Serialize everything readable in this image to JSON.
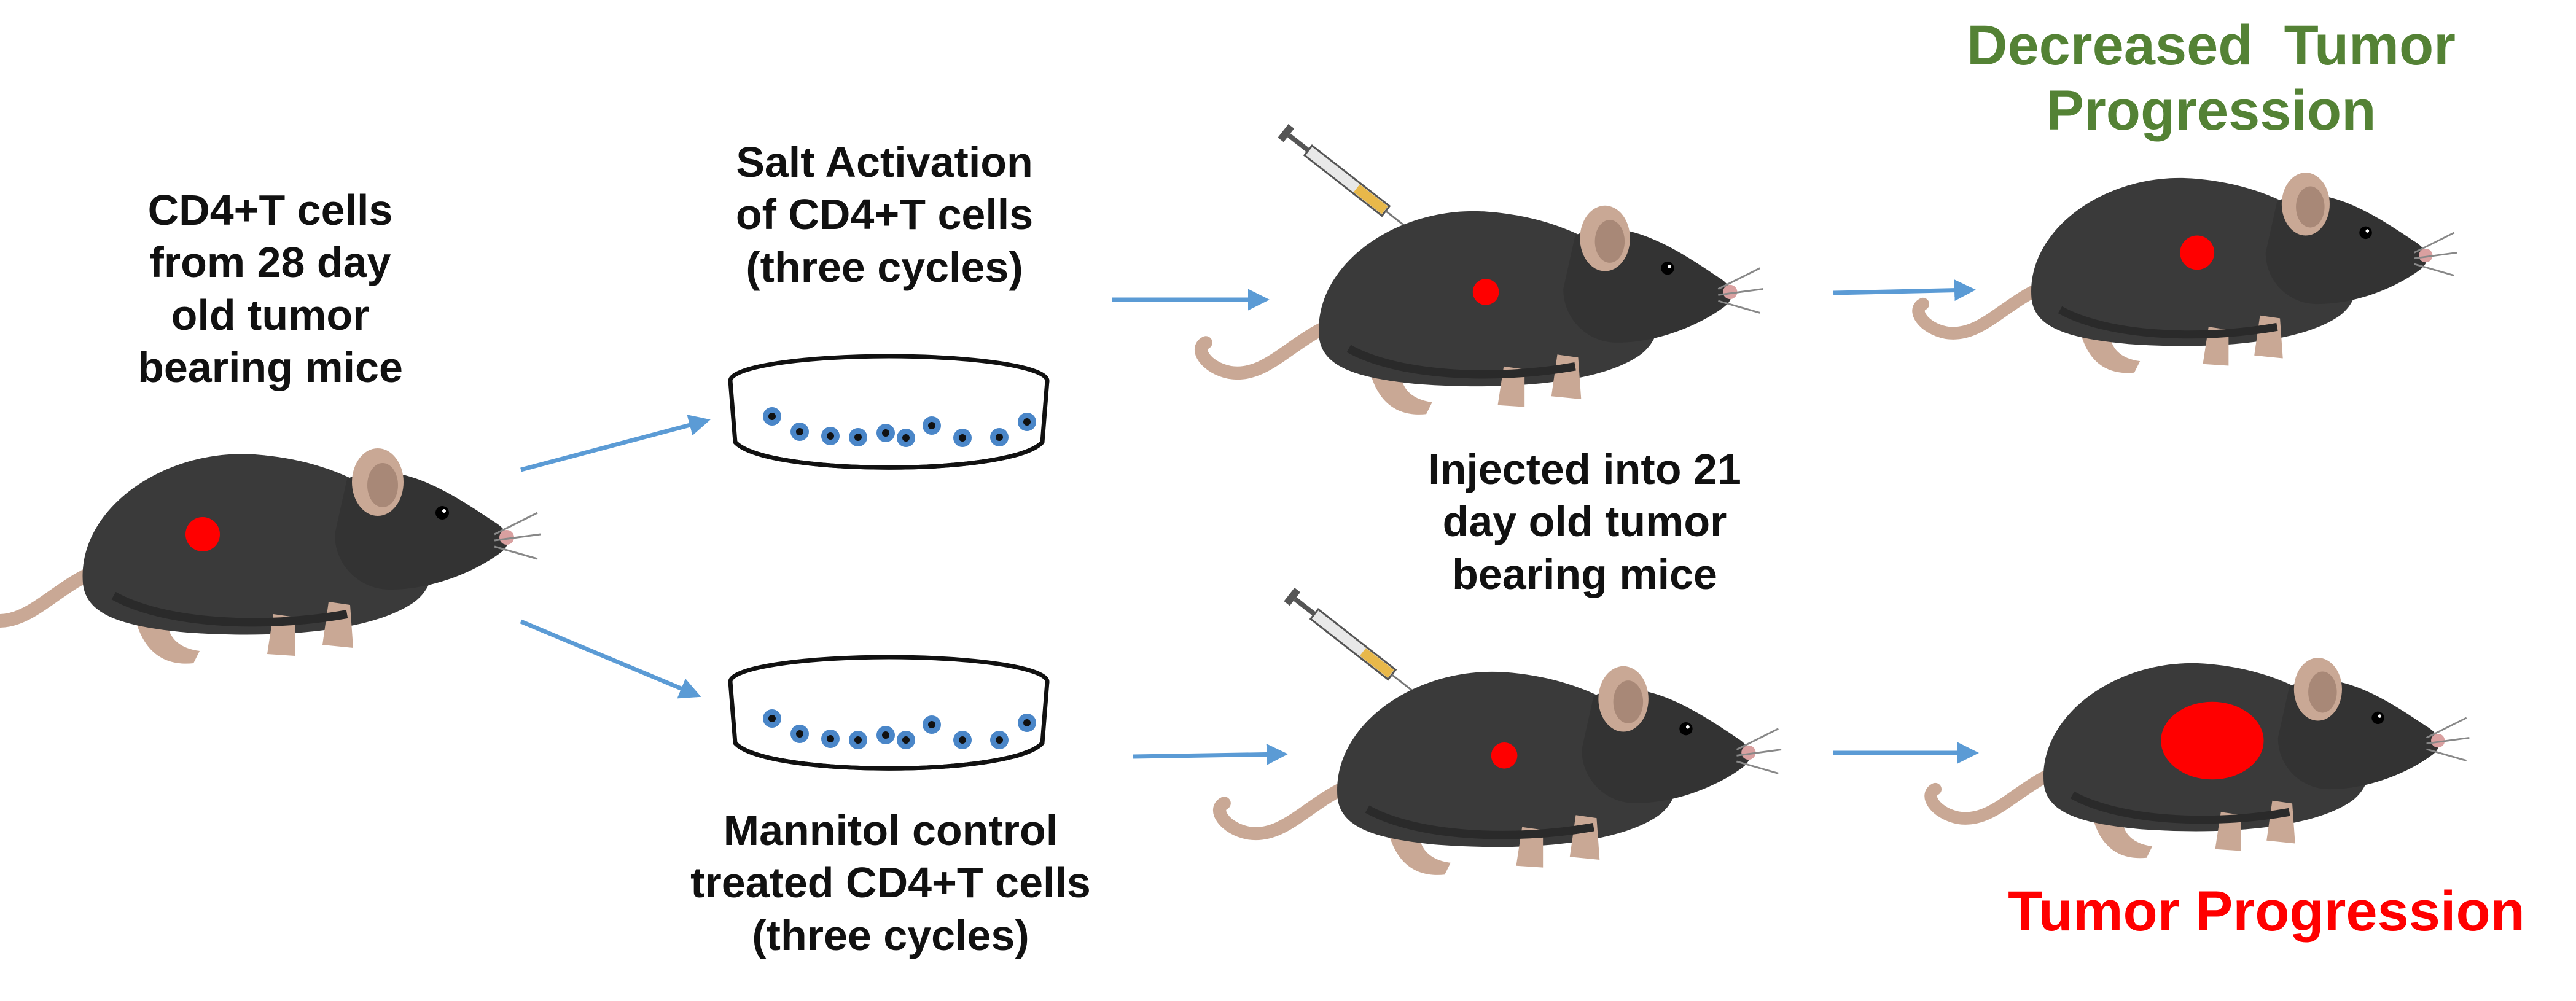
{
  "labels": {
    "source": [
      "CD4+T cells",
      "from 28 day",
      "old tumor",
      "bearing mice"
    ],
    "salt": [
      "Salt Activation",
      "of CD4+T cells",
      "(three cycles)"
    ],
    "inject": [
      "Injected into 21",
      "day old tumor",
      "bearing mice"
    ],
    "mannitol": [
      "Mannitol control",
      "treated CD4+T cells",
      "(three cycles)"
    ],
    "decreased": [
      "Decreased  Tumor",
      "Progression"
    ],
    "progression": [
      "Tumor Progression"
    ]
  },
  "colors": {
    "arrow": "#5b9bd5",
    "mouse_body": "#3a3a3a",
    "mouse_shade": "#2a2a2a",
    "ear": "#c9a895",
    "tumor": "#ff0000",
    "decreased_text": "#548235",
    "progression_text": "#ff0000",
    "cell": "#4a86c8",
    "cell_core": "#111111",
    "syringe_barrel": "#e8e8e8",
    "syringe_fluid": "#e8b84a"
  },
  "icons": [
    "mouse-icon",
    "petri-dish-icon",
    "syringe-icon",
    "arrow-icon"
  ]
}
